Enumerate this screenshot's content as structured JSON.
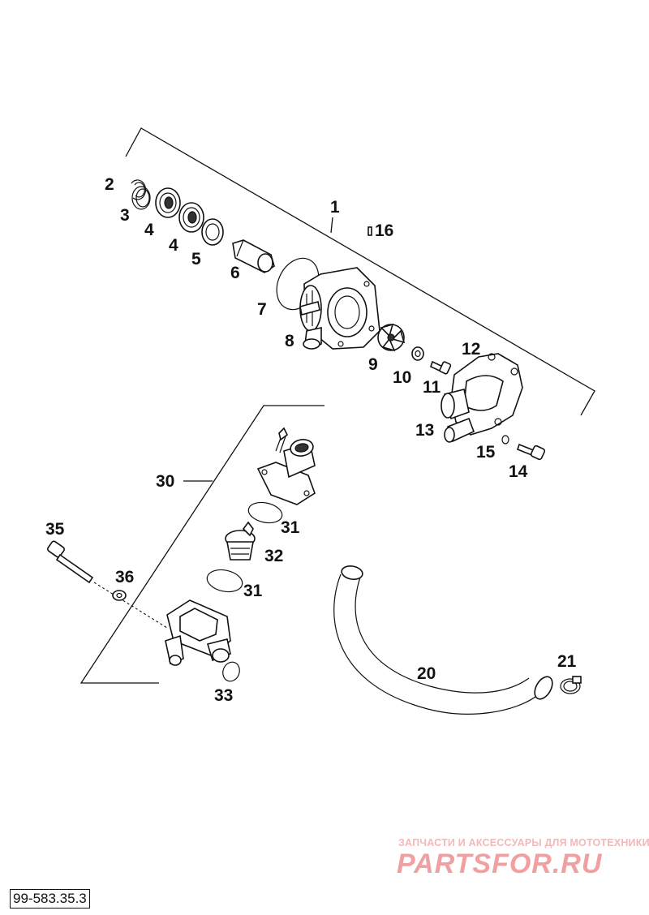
{
  "callouts": {
    "c1": "1",
    "c2": "2",
    "c3": "3",
    "c4a": "4",
    "c4b": "4",
    "c5": "5",
    "c6": "6",
    "c7": "7",
    "c8": "8",
    "c9": "9",
    "c10": "10",
    "c11": "11",
    "c12": "12",
    "c13": "13",
    "c14": "14",
    "c15": "15",
    "c16": "16",
    "c20": "20",
    "c21": "21",
    "c30": "30",
    "c31a": "31",
    "c31b": "31",
    "c32": "32",
    "c33": "33",
    "c35": "35",
    "c36": "36"
  },
  "watermark": {
    "tagline": "ЗАПЧАСТИ И АКСЕССУАРЫ ДЛЯ МОТОТЕХНИКИ",
    "logo": "PARTSFOR.RU"
  },
  "drawing_id": "99-583.35.3",
  "colors": {
    "ink": "#111111",
    "watermark": "#f0a0a0"
  }
}
